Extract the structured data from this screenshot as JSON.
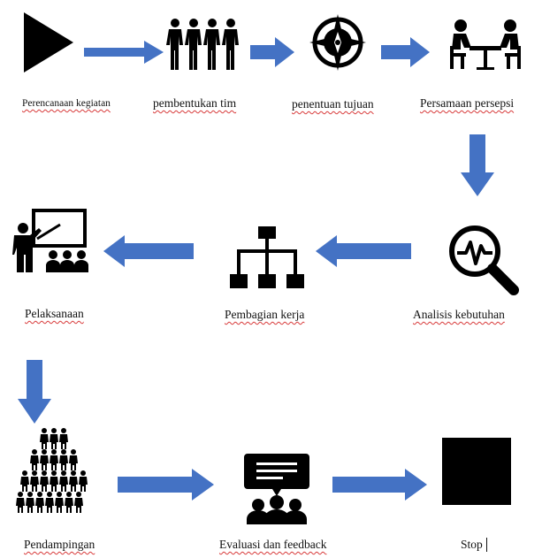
{
  "colors": {
    "arrow": "#4472c4",
    "icon": "#000000",
    "spellcheck": "#d83a3a"
  },
  "steps": [
    {
      "label": "Perencanaan kegiatan",
      "icon": "play-triangle-icon"
    },
    {
      "label": "pembentukan tim",
      "icon": "team-people-icon"
    },
    {
      "label": "penentuan tujuan",
      "icon": "compass-icon"
    },
    {
      "label": "Persamaan persepsi",
      "icon": "meeting-table-icon"
    },
    {
      "label": "Analisis kebutuhan",
      "icon": "analysis-magnifier-icon"
    },
    {
      "label": "Pembagian kerja",
      "icon": "org-chart-icon"
    },
    {
      "label": "Pelaksanaan",
      "icon": "presentation-teacher-icon"
    },
    {
      "label": "Pendampingan",
      "icon": "people-pyramid-icon"
    },
    {
      "label": "Evaluasi dan feedback",
      "icon": "feedback-chat-icon"
    },
    {
      "label": "Stop",
      "icon": "stop-square-icon"
    }
  ]
}
